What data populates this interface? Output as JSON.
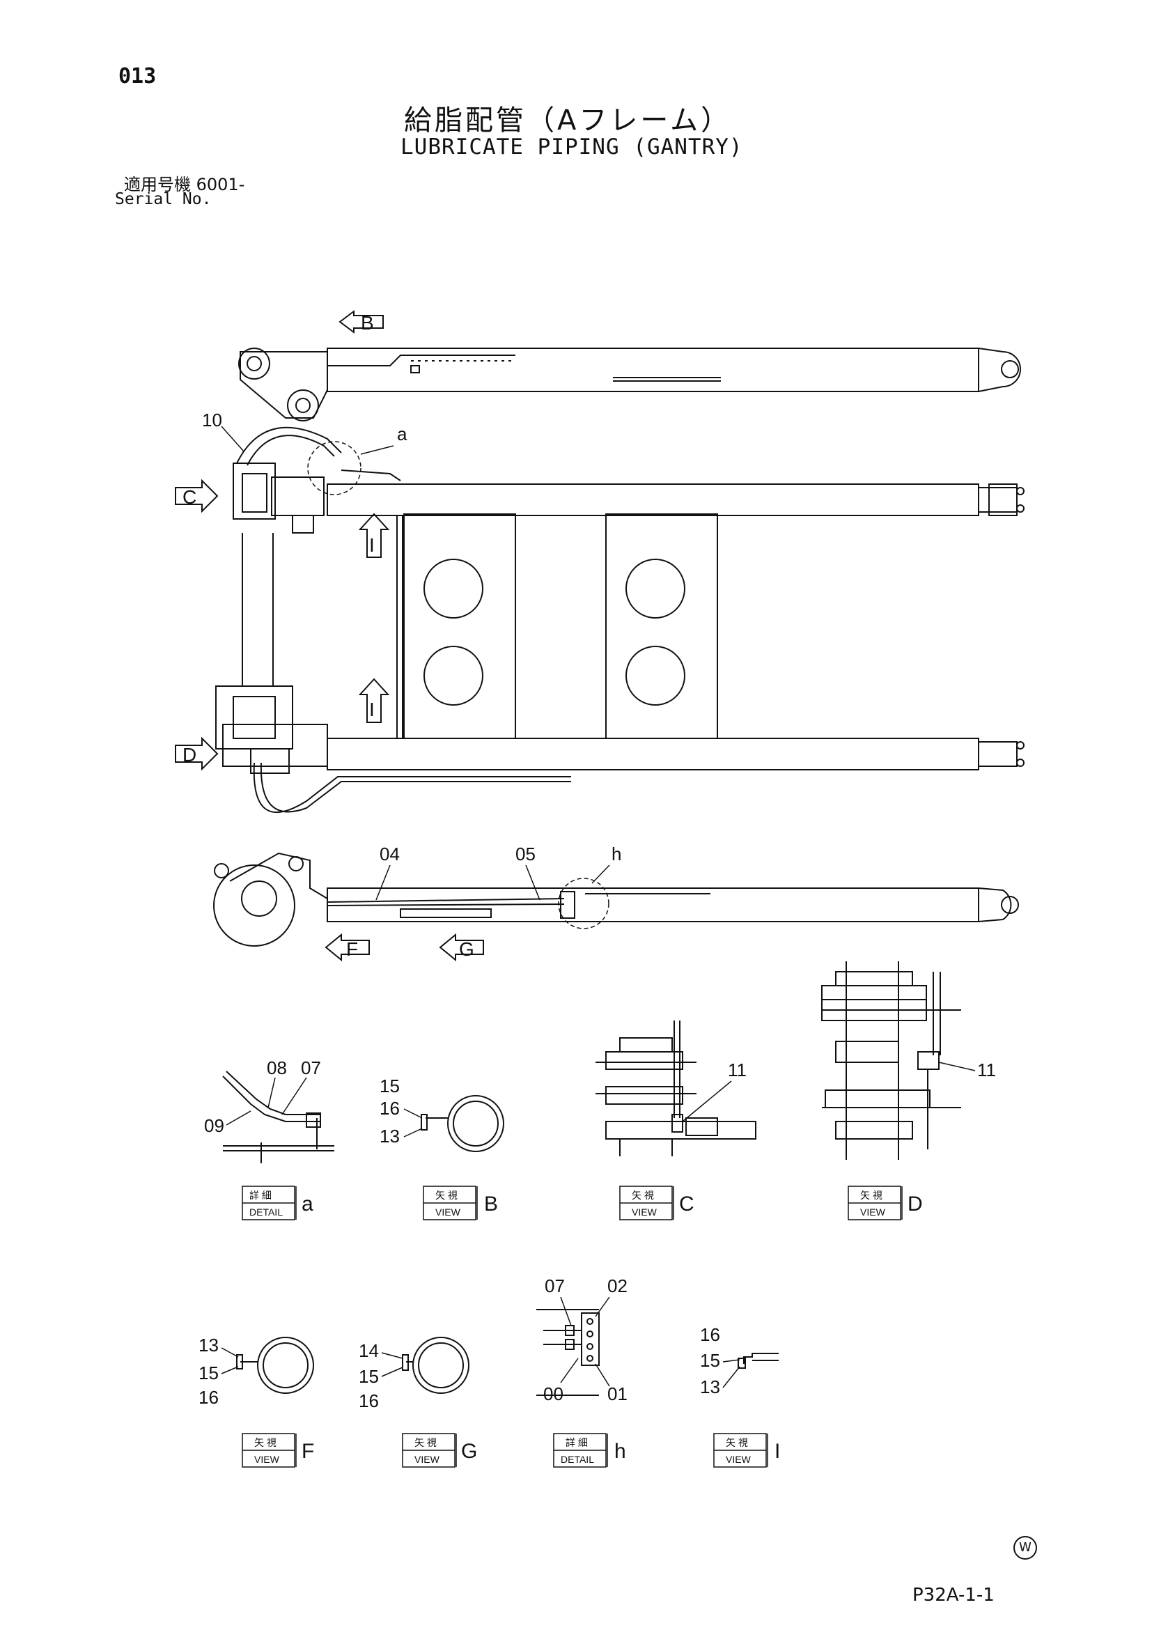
{
  "page_number": "013",
  "title_jp": "給脂配管（Aフレーム）",
  "title_en": "LUBRICATE PIPING (GANTRY)",
  "serial_jp": "適用号機 6001-",
  "serial_en": "Serial No.",
  "drawing_code": "P32A-1-1",
  "watermark_symbol": "W",
  "view_arrows": {
    "b": "B",
    "c": "C",
    "d": "D",
    "i_upper": "I",
    "i_lower": "I",
    "f": "F",
    "g": "G"
  },
  "part_labels": {
    "p10": "10",
    "pa": "a",
    "p04": "04",
    "p05": "05",
    "ph": "h",
    "a_08": "08",
    "a_07": "07",
    "a_09": "09",
    "b_15": "15",
    "b_16": "16",
    "b_13": "13",
    "c_11": "11",
    "d_11": "11",
    "f_13": "13",
    "f_15": "15",
    "f_16": "16",
    "g_14": "14",
    "g_15": "15",
    "g_16": "16",
    "h_07": "07",
    "h_02": "02",
    "h_00": "00",
    "h_01": "01",
    "i_16": "16",
    "i_15": "15",
    "i_13": "13"
  },
  "detail_boxes": [
    {
      "jp": "詳 細",
      "en": "DETAIL",
      "letter": "a"
    },
    {
      "jp": "矢 視",
      "en": "VIEW",
      "letter": "B"
    },
    {
      "jp": "矢 視",
      "en": "VIEW",
      "letter": "C"
    },
    {
      "jp": "矢 視",
      "en": "VIEW",
      "letter": "D"
    },
    {
      "jp": "矢 視",
      "en": "VIEW",
      "letter": "F"
    },
    {
      "jp": "矢 視",
      "en": "VIEW",
      "letter": "G"
    },
    {
      "jp": "詳 細",
      "en": "DETAIL",
      "letter": "h"
    },
    {
      "jp": "矢 視",
      "en": "VIEW",
      "letter": "I"
    }
  ]
}
